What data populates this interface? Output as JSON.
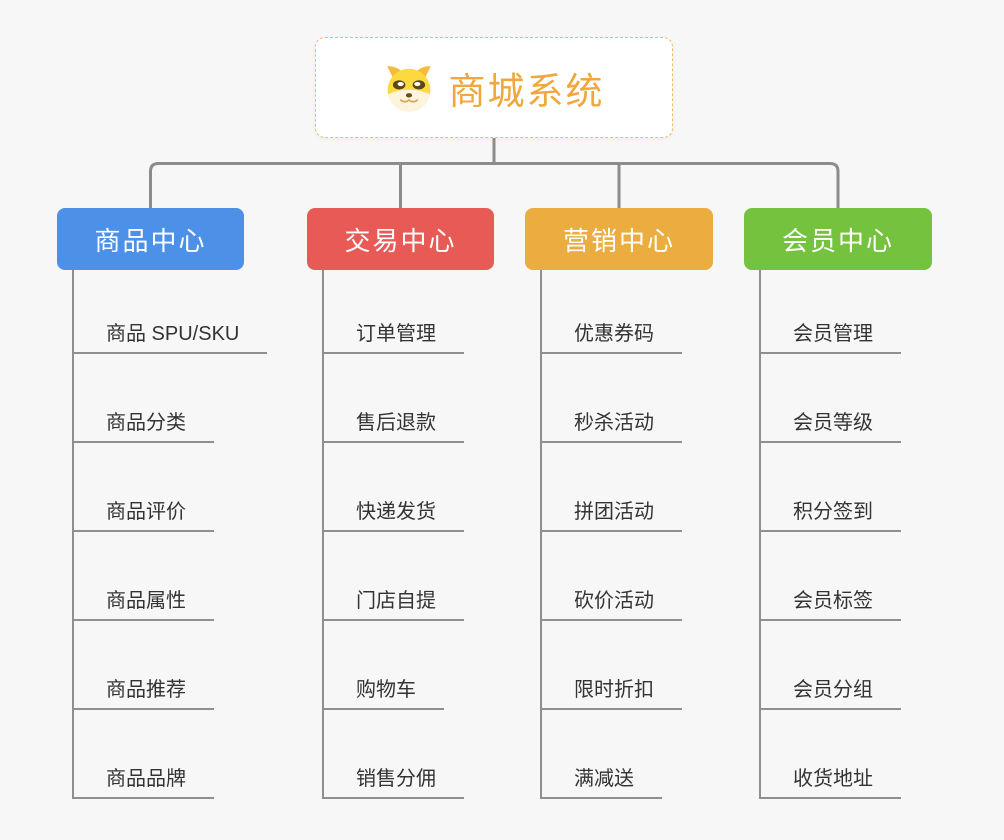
{
  "root": {
    "title": "商城系统",
    "icon": "dog-face-icon",
    "title_color": "#f0a73e",
    "border_color": "#f2ba66"
  },
  "branches": [
    {
      "label": "商品中心",
      "color": "#4c90e8",
      "children": [
        "商品 SPU/SKU",
        "商品分类",
        "商品评价",
        "商品属性",
        "商品推荐",
        "商品品牌"
      ]
    },
    {
      "label": "交易中心",
      "color": "#e85a55",
      "children": [
        "订单管理",
        "售后退款",
        "快递发货",
        "门店自提",
        "购物车",
        "销售分佣"
      ]
    },
    {
      "label": "营销中心",
      "color": "#ebac40",
      "children": [
        "优惠券码",
        "秒杀活动",
        "拼团活动",
        "砍价活动",
        "限时折扣",
        "满减送"
      ]
    },
    {
      "label": "会员中心",
      "color": "#74c23e",
      "children": [
        "会员管理",
        "会员等级",
        "积分签到",
        "会员标签",
        "会员分组",
        "收货地址"
      ]
    }
  ],
  "colors": {
    "background": "#f7f7f7",
    "connector": "#8c8c8c",
    "child_line": "#8f8f8f",
    "child_text": "#333333"
  }
}
